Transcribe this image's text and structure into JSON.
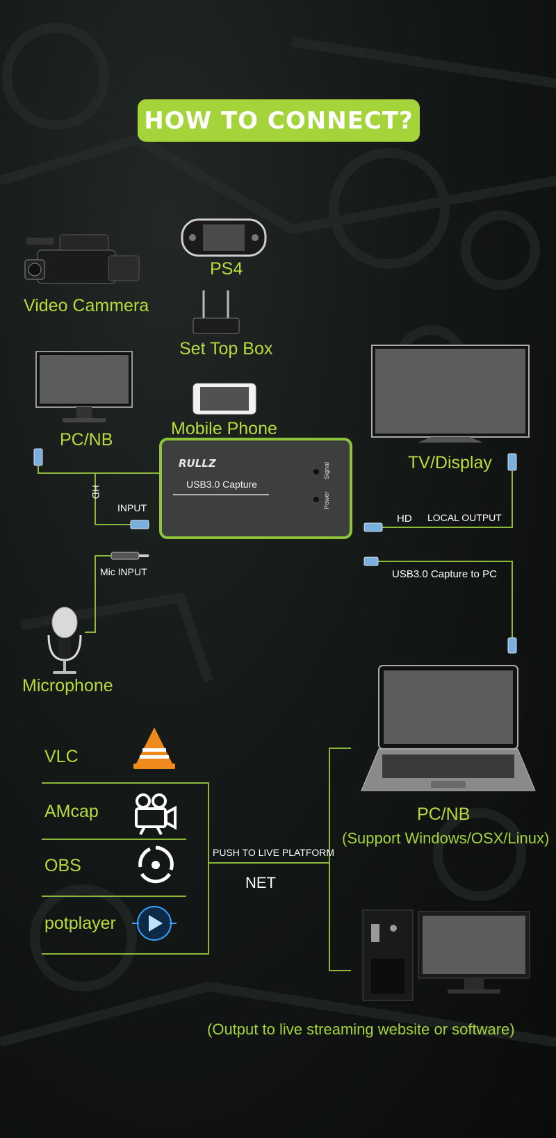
{
  "title": "HOW TO CONNECT?",
  "sources": {
    "video_camera": "Video Cammera",
    "ps4": "PS4",
    "set_top_box": "Set Top Box",
    "pc_nb": "PC/NB",
    "mobile_phone": "Mobile Phone",
    "tv_display": "TV/Display",
    "microphone": "Microphone"
  },
  "device": {
    "brand": "RULLZ",
    "name": "USB3.0 Capture",
    "led_signal": "Signal",
    "led_power": "Power"
  },
  "connections": {
    "hd_vertical": "HD",
    "input": "INPUT",
    "mic_input": "Mic INPUT",
    "hd_output": "HD",
    "local_output": "LOCAL OUTPUT",
    "usb_capture_to_pc": "USB3.0 Capture to PC",
    "push_to_live": "PUSH TO LIVE PLATFORM",
    "net": "NET"
  },
  "software": [
    {
      "name": "VLC",
      "icon": "vlc-cone-icon"
    },
    {
      "name": "AMcap",
      "icon": "video-camera-icon"
    },
    {
      "name": "OBS",
      "icon": "obs-logo-icon"
    },
    {
      "name": "potplayer",
      "icon": "potplayer-play-icon"
    }
  ],
  "outputs": {
    "pc_nb": "PC/NB",
    "pc_nb_support": "(Support Windows/OSX/Linux)",
    "live_note": "(Output  to  live streaming website or software)"
  },
  "colors": {
    "accent_green": "#a4d33a",
    "label_green": "#b7dc3c",
    "line_green": "#8db83a",
    "background": "#141817"
  }
}
